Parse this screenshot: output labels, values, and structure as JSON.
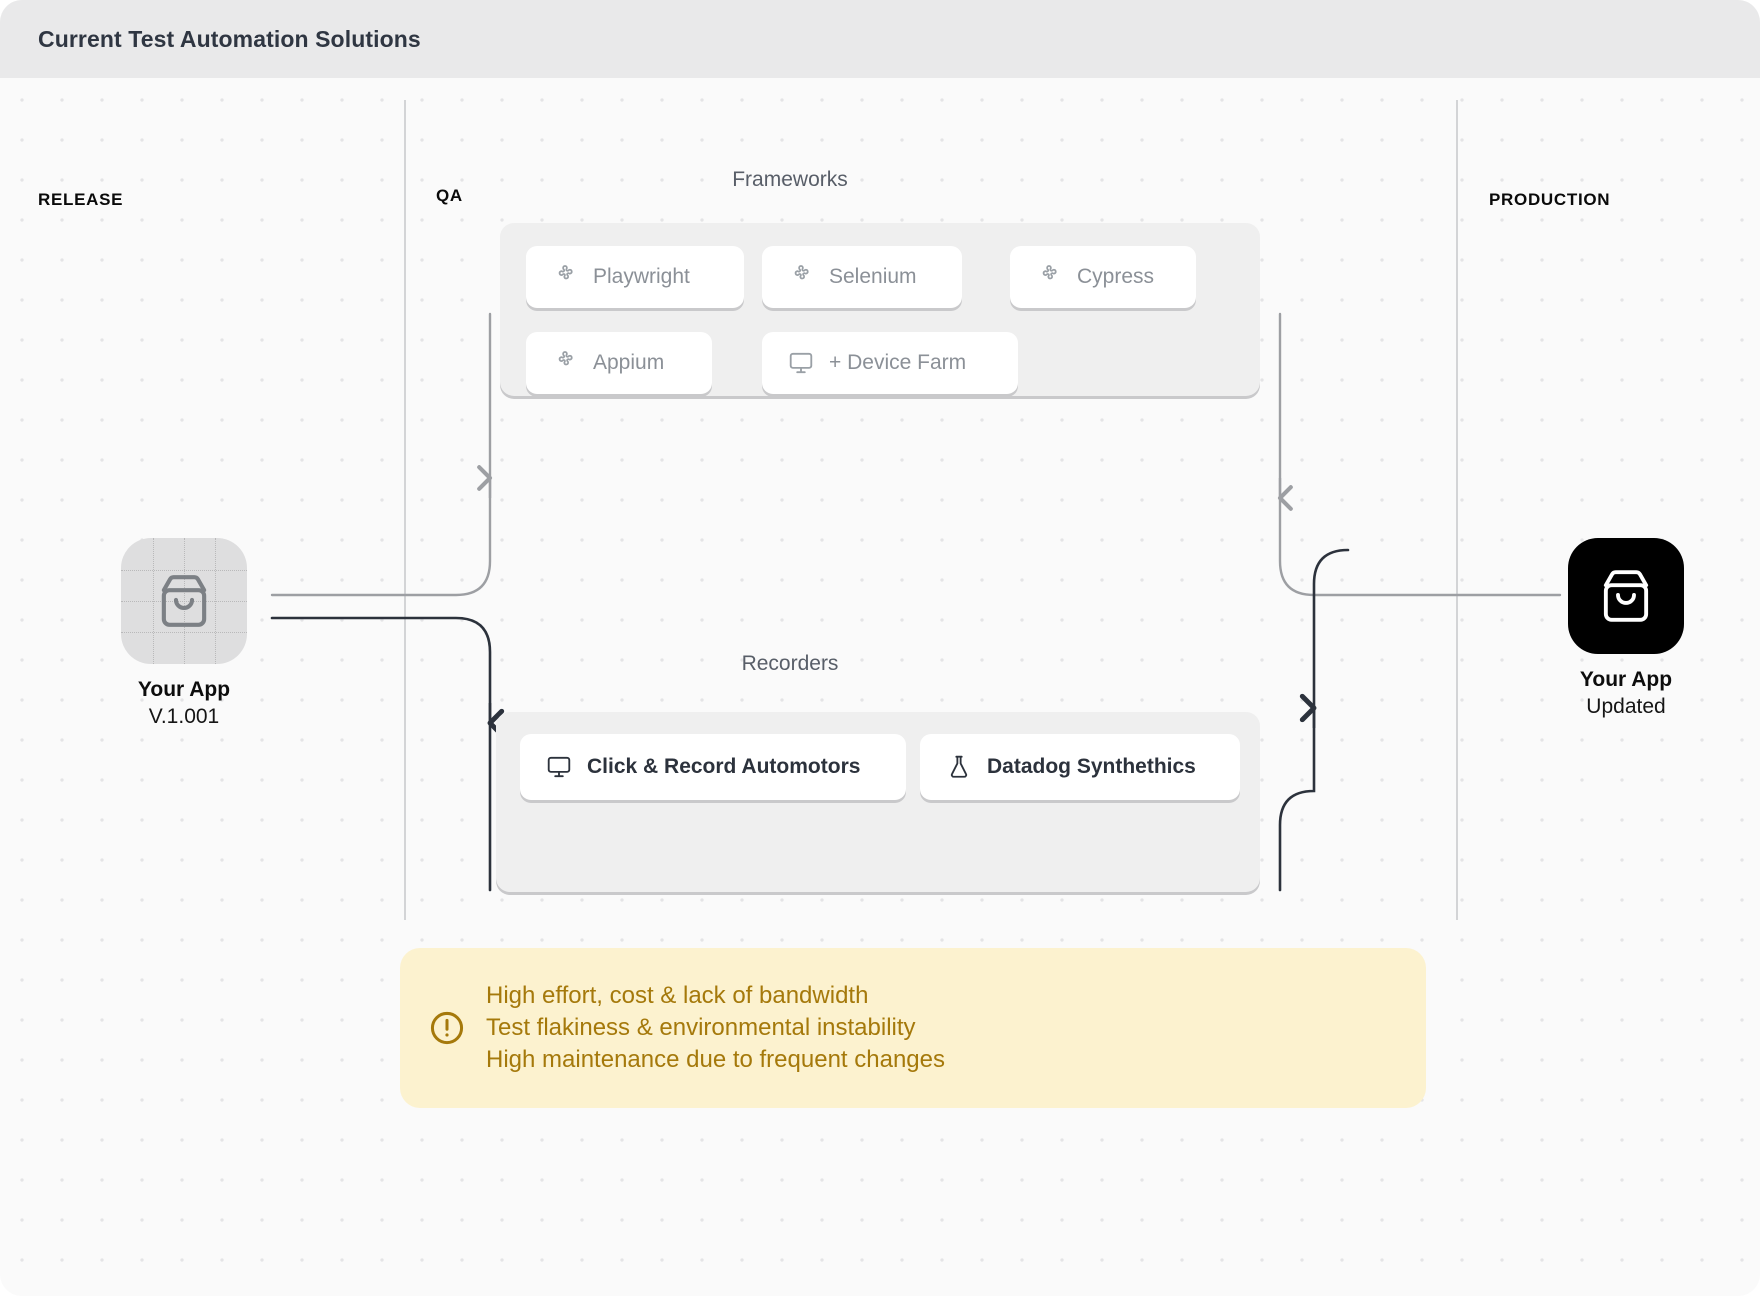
{
  "header": {
    "title": "Current Test Automation Solutions"
  },
  "lanes": [
    {
      "label": "RELEASE"
    },
    {
      "label": "QA"
    },
    {
      "label": "PRODUCTION"
    }
  ],
  "groups": {
    "frameworks": {
      "title": "Frameworks",
      "items": [
        {
          "label": "Playwright",
          "icon": "puzzle-icon"
        },
        {
          "label": "Selenium",
          "icon": "puzzle-icon"
        },
        {
          "label": "Cypress",
          "icon": "puzzle-icon"
        },
        {
          "label": "Appium",
          "icon": "puzzle-icon"
        },
        {
          "label": "+ Device Farm",
          "icon": "monitor-icon"
        }
      ]
    },
    "recorders": {
      "title": "Recorders",
      "items": [
        {
          "label": "Click & Record Automotors",
          "icon": "monitor-icon"
        },
        {
          "label": "Datadog Synthethics",
          "icon": "flask-icon"
        }
      ]
    }
  },
  "nodes": {
    "source": {
      "name": "Your App",
      "sub": "V.1.001",
      "icon": "shopping-bag-icon"
    },
    "target": {
      "name": "Your App",
      "sub": "Updated",
      "icon": "shopping-bag-icon"
    }
  },
  "callout": {
    "icon": "alert-circle-icon",
    "lines": [
      "High effort, cost & lack of bandwidth",
      "Test flakiness & environmental instability",
      "High maintenance due to frequent changes"
    ]
  },
  "colors": {
    "titlebar_bg": "#e9e9ea",
    "canvas_bg": "#fafafa",
    "grid_dot": "#e4e4e6",
    "panel_bg": "#efefef",
    "chip_bg": "#ffffff",
    "muted_text": "#8b9097",
    "dark_text": "#2c323c",
    "callout_bg": "#fcf2cf",
    "callout_text": "#a5790b",
    "connector_light": "#9d9fa3",
    "connector_dark": "#2c323c",
    "node_solid": "#000000",
    "node_ghost": "#dededf"
  }
}
